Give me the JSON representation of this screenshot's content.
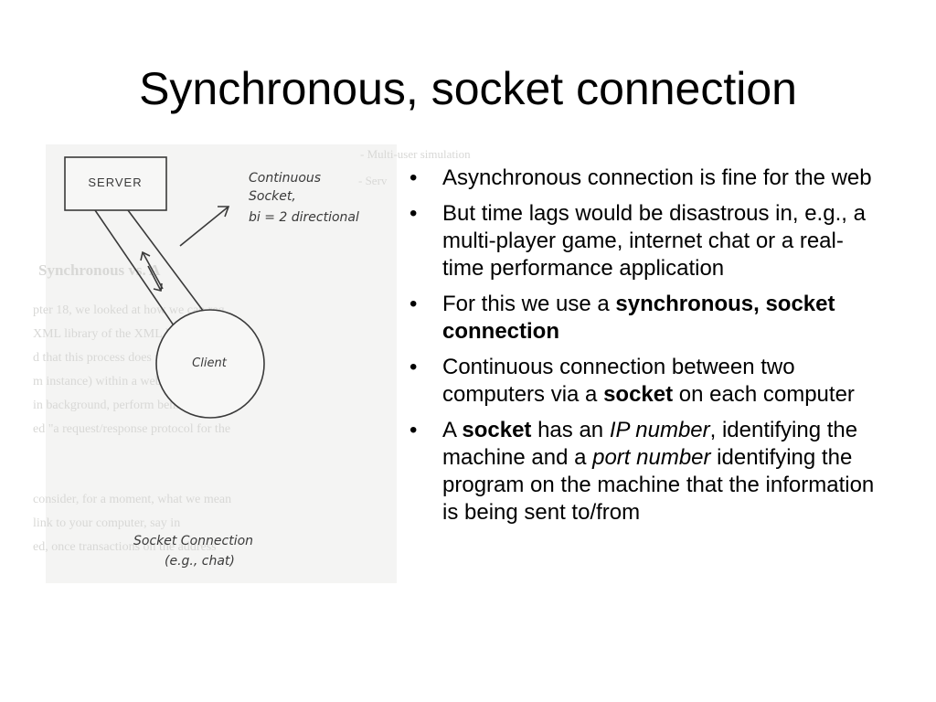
{
  "slide": {
    "title": "Synchronous, socket connection"
  },
  "figure": {
    "server_label": "SERVER",
    "client_label": "Client",
    "annotation_line1": "Continuous",
    "annotation_line2": "Socket,",
    "annotation_line3": "bi = 2 directional",
    "caption_line1": "Socket Connection",
    "caption_line2": "(e.g., chat)",
    "bg_text": [
      "- Multi-user simulation",
      "- Serv",
      "Synchronous vs. A",
      "pter 18, we looked at how we can req",
      "XML library of the XML library. You",
      "d that this process does not happen in",
      "m instance) within a web page or XML",
      "in background, perform behind the scene",
      "ed \"a request/response protocol for the",
      "consider, for a moment, what we mean",
      "link to your computer, say in",
      "ed, once transactions on the address"
    ]
  },
  "bullets": {
    "b1": {
      "text": "Asynchronous connection is fine for the web"
    },
    "b2": {
      "text": "But time lags would be disastrous in, e.g., a multi-player game, internet chat or a real-time performance application"
    },
    "b3": {
      "pre": "For this we use a ",
      "bold": "synchronous, socket connection"
    },
    "b4": {
      "pre": "Continuous connection between two computers via a ",
      "bold": "socket",
      "post": " on each computer"
    },
    "b5": {
      "p1": "A ",
      "bold": "socket",
      "p2": " has an ",
      "italic1": "IP number",
      "p3": ", identifying the machine and a ",
      "italic2": "port number",
      "p4": " identifying the program on the machine that the information is being sent to/from"
    }
  },
  "colors": {
    "ink": "#3a3a3a",
    "faded_text": "#d9d9d7",
    "figure_bg": "#f4f4f3"
  }
}
